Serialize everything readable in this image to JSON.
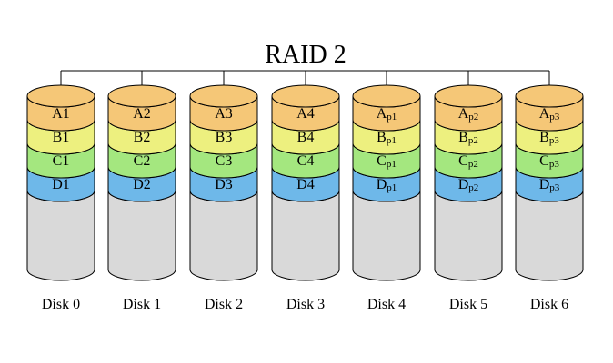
{
  "title": "RAID 2",
  "colors": {
    "rowA": "#f5c777",
    "rowB": "#edf07f",
    "rowC": "#a4e77f",
    "rowD": "#6eb8e9",
    "empty": "#d9d9d9",
    "stroke": "#000000"
  },
  "disks": [
    {
      "label": "Disk 0",
      "blocks": [
        {
          "main": "A1",
          "sub": ""
        },
        {
          "main": "B1",
          "sub": ""
        },
        {
          "main": "C1",
          "sub": ""
        },
        {
          "main": "D1",
          "sub": ""
        }
      ]
    },
    {
      "label": "Disk 1",
      "blocks": [
        {
          "main": "A2",
          "sub": ""
        },
        {
          "main": "B2",
          "sub": ""
        },
        {
          "main": "C2",
          "sub": ""
        },
        {
          "main": "D2",
          "sub": ""
        }
      ]
    },
    {
      "label": "Disk 2",
      "blocks": [
        {
          "main": "A3",
          "sub": ""
        },
        {
          "main": "B3",
          "sub": ""
        },
        {
          "main": "C3",
          "sub": ""
        },
        {
          "main": "D3",
          "sub": ""
        }
      ]
    },
    {
      "label": "Disk 3",
      "blocks": [
        {
          "main": "A4",
          "sub": ""
        },
        {
          "main": "B4",
          "sub": ""
        },
        {
          "main": "C4",
          "sub": ""
        },
        {
          "main": "D4",
          "sub": ""
        }
      ]
    },
    {
      "label": "Disk 4",
      "blocks": [
        {
          "main": "A",
          "sub": "p1"
        },
        {
          "main": "B",
          "sub": "p1"
        },
        {
          "main": "C",
          "sub": "p1"
        },
        {
          "main": "D",
          "sub": "p1"
        }
      ]
    },
    {
      "label": "Disk 5",
      "blocks": [
        {
          "main": "A",
          "sub": "p2"
        },
        {
          "main": "B",
          "sub": "p2"
        },
        {
          "main": "C",
          "sub": "p2"
        },
        {
          "main": "D",
          "sub": "p2"
        }
      ]
    },
    {
      "label": "Disk 6",
      "blocks": [
        {
          "main": "A",
          "sub": "p3"
        },
        {
          "main": "B",
          "sub": "p3"
        },
        {
          "main": "C",
          "sub": "p3"
        },
        {
          "main": "D",
          "sub": "p3"
        }
      ]
    }
  ]
}
